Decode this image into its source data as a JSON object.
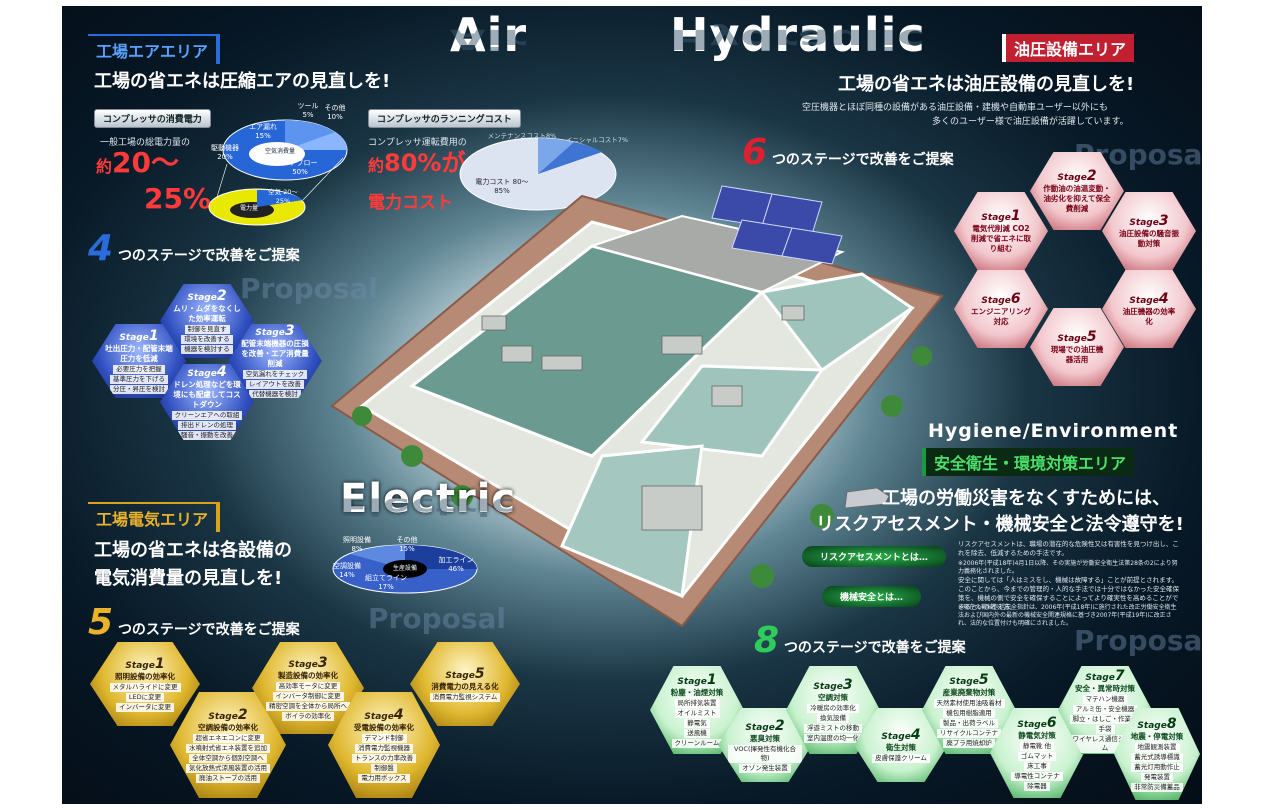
{
  "titles": {
    "air": "Air",
    "hydraulic": "Hydraulic",
    "electric": "Electric",
    "hygiene": "Hygiene/Environment"
  },
  "air_area": {
    "tag": "工場エアエリア",
    "headline": "工場の省エネは圧縮エアの見直しを!",
    "consumption": {
      "tag": "コンプレッサの消費電力",
      "label": "一般工場の総電力量の",
      "value_prefix": "約",
      "value_line1": "20～",
      "value_line2": "25%",
      "pie_labels": [
        "ツール 5%",
        "その他 10%",
        "エア漏れ 15%",
        "駆動機器 20%",
        "空気消費量",
        "エアブロー 50%",
        "電力量",
        "空気 20～25%"
      ]
    },
    "running_cost": {
      "tag": "コンプレッサのランニングコスト",
      "label": "コンプレッサ運転費用の",
      "value_prefix": "約",
      "value_main": "80%が",
      "value_line2": "電力コスト",
      "pie_labels": [
        "メンテナンスコスト8%",
        "イニシャルコスト7%",
        "電力コスト 80～85%"
      ]
    },
    "stages_count": "4",
    "stages_text": "つのステージで改善をご提案",
    "proposal": "Proposal",
    "stages": [
      {
        "st": "Stage",
        "n": "1",
        "title": "吐出圧力・配管末端圧力を低減",
        "items": [
          "必要圧力を把握",
          "基準圧力を下げる",
          "分圧・昇圧を検討"
        ]
      },
      {
        "st": "Stage",
        "n": "2",
        "title": "ムリ・ムダをなくした効率運転",
        "items": [
          "制御を見直す",
          "環境を改善する",
          "機器を検討する"
        ]
      },
      {
        "st": "Stage",
        "n": "3",
        "title": "配管末端機器の圧損を改善・エア消費量削減",
        "items": [
          "空気漏れをチェック",
          "レイアウトを改善",
          "代替機器を検討"
        ]
      },
      {
        "st": "Stage",
        "n": "4",
        "title": "ドレン処理などを環境にも配慮してコストダウン",
        "items": [
          "クリーンエアへの取組",
          "排出ドレンの処理",
          "騒音・振動を改善"
        ]
      }
    ]
  },
  "hydraulic_area": {
    "tag": "油圧設備エリア",
    "headline": "工場の省エネは油圧設備の見直しを!",
    "desc1": "空圧機器とほぼ同種の設備がある油圧設備・建機や自動車ユーザー以外にも",
    "desc2": "多くのユーザー様で油圧設備が活躍しています。",
    "stages_count": "6",
    "stages_text": "つのステージで改善をご提案",
    "proposal": "Proposal",
    "stages": [
      {
        "st": "Stage",
        "n": "1",
        "title": "電気代削減 CO2削減で省エネに取り組む"
      },
      {
        "st": "Stage",
        "n": "2",
        "title": "作動油の油温変動・油劣化を抑えて保全費削減"
      },
      {
        "st": "Stage",
        "n": "3",
        "title": "油圧設備の騒音振動対策"
      },
      {
        "st": "Stage",
        "n": "4",
        "title": "油圧機器の効率化"
      },
      {
        "st": "Stage",
        "n": "5",
        "title": "現場での油圧機器活用"
      },
      {
        "st": "Stage",
        "n": "6",
        "title": "エンジニアリング対応"
      }
    ]
  },
  "electric_area": {
    "tag": "工場電気エリア",
    "headline1": "工場の省エネは各設備の",
    "headline2": "電気消費量の見直しを!",
    "pie_labels": [
      "照明設備 8%",
      "その他 15%",
      "加工ライン 46%",
      "空調設備 14%",
      "組立てライン 17%",
      "生産設備"
    ],
    "stages_count": "5",
    "stages_text": "つのステージで改善をご提案",
    "proposal": "Proposal",
    "stages": [
      {
        "st": "Stage",
        "n": "1",
        "title": "照明設備の効率化",
        "items": [
          "メタルハライドに変更",
          "LEDに変更",
          "インバータに変更"
        ]
      },
      {
        "st": "Stage",
        "n": "2",
        "title": "空調設備の効率化",
        "items": [
          "超省エネエコンに変更",
          "水噴射式省エネ装置を追加",
          "全体空調から個別空調へ",
          "気化放熱式涼風装置の活用",
          "廃油ストーブの活用"
        ]
      },
      {
        "st": "Stage",
        "n": "3",
        "title": "製造設備の効率化",
        "items": [
          "高効率モータに変更",
          "インバータ制御に変更",
          "精密空調を全体から局所へ",
          "ボイラの効率化"
        ]
      },
      {
        "st": "Stage",
        "n": "4",
        "title": "受電設備の効率化",
        "items": [
          "デマンド制御",
          "消費電力監視機器",
          "トランスの力率改善",
          "制御盤",
          "電力用ボックス"
        ]
      },
      {
        "st": "Stage",
        "n": "5",
        "title": "消費電力の見える化",
        "items": [
          "消費電力監視システム"
        ]
      }
    ]
  },
  "hygiene_area": {
    "tag": "安全衛生・環境対策エリア",
    "headline1": "工場の労働災害をなくすためには、",
    "headline2": "リスクアセスメント・機械安全と法令遵守を!",
    "risk_label": "リスクアセスメントとは…",
    "machine_label": "機械安全とは…",
    "risk_text": "リスクアセスメントは、職場の潜在的な危険性又は有害性を見つけ出し、これを除去、低減するための手法です。",
    "risk_note": "※2006年(平成18年)4月1日以降、その実施が労働安全衛生法第28条の2により努力義務化されました。",
    "machine_text": "安全に関しては「人はミスをし、機械は故障する」ことが前提とされます。このことから、今までの管理的・人的な手法では十分ではなかった安全確保策を、機械の側で安全を確保することによってより確実性を高めることができるという考え方。",
    "machine_note": "※現在の機械包括安全指針は、2006年(平成18年)に施行された改正労働安全衛生法および国内外の最新の機械安全関連規格に基づき2007年(平成19年)に改正され、法的な位置付けも明確にされました。",
    "stages_count": "8",
    "stages_text": "つのステージで改善をご提案",
    "proposal": "Proposal",
    "stages": [
      {
        "st": "Stage",
        "n": "1",
        "title": "粉塵・油煙対策",
        "items": [
          "局所排気装置",
          "オイルミスト",
          "静電気",
          "送風機",
          "クリーンルーム"
        ]
      },
      {
        "st": "Stage",
        "n": "2",
        "title": "悪臭対策",
        "items": [
          "VOC(揮発性有機化合物)",
          "オゾン発生装置"
        ]
      },
      {
        "st": "Stage",
        "n": "3",
        "title": "空調対策",
        "items": [
          "冷暖房の効率化",
          "換気設備",
          "浮遊ミストの移動",
          "室内温度の均一化"
        ]
      },
      {
        "st": "Stage",
        "n": "4",
        "title": "衛生対策",
        "items": [
          "皮膚保護クリーム"
        ]
      },
      {
        "st": "Stage",
        "n": "5",
        "title": "産業廃棄物対策",
        "items": [
          "天然素材使用油吸着材",
          "機包用樹脂適用",
          "製品・出荷ラベル",
          "リサイクルコンテナ",
          "廃プラ用焼却炉"
        ]
      },
      {
        "st": "Stage",
        "n": "6",
        "title": "静電気対策",
        "items": [
          "静電靴 他",
          "ゴムマット",
          "床工事",
          "導電性コンテナ",
          "除電器"
        ]
      },
      {
        "st": "Stage",
        "n": "7",
        "title": "安全・異常時対策",
        "items": [
          "マテハン機器",
          "アルミ缶・安全機器",
          "脚立・はしご・作業台",
          "手袋",
          "ワイヤレス通信システム"
        ]
      },
      {
        "st": "Stage",
        "n": "8",
        "title": "地震・停電対策",
        "items": [
          "地震観測装置",
          "蓄光式誘導標識",
          "蓄光灯用動作止",
          "発電装置",
          "非常防災備蓄品"
        ]
      }
    ]
  },
  "colors": {
    "air": "#1a46c8",
    "hydraulic": "#c02030",
    "electric": "#d8a21a",
    "hygiene": "#1a9a3e"
  }
}
